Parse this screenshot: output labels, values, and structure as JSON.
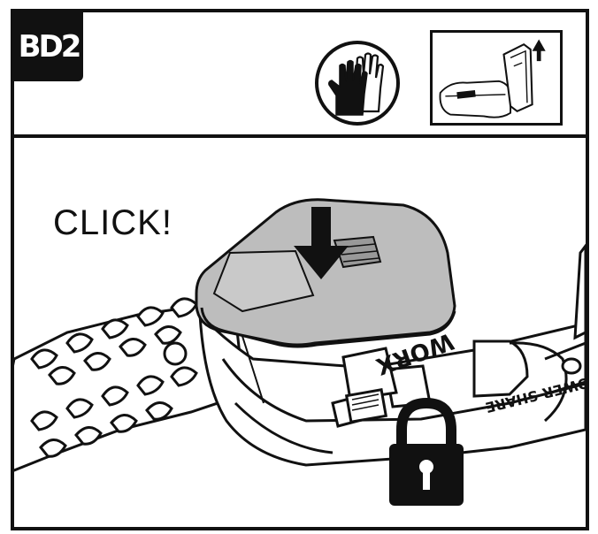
{
  "step_badge": "BD2",
  "click_caption": "CLICK!",
  "brand_text": "WORX",
  "tool_text": "POWER SHARE",
  "icons": {
    "gloves": "gloves-icon",
    "battery_removal": "battery-removal-inset-icon",
    "lock": "lock-icon",
    "arrow": "down-arrow-icon"
  }
}
